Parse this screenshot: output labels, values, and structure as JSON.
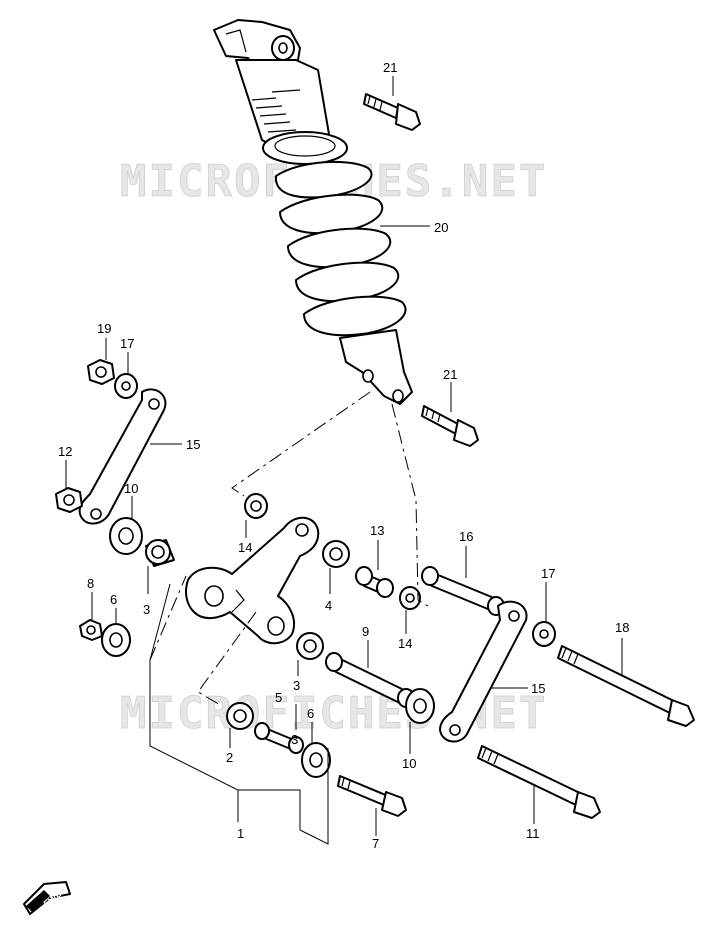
{
  "watermarks": [
    "MICROFICHES.NET",
    "MICROFICHES.NET"
  ],
  "fwd_label": "FWD",
  "callouts": {
    "c1": "1",
    "c2": "2",
    "c3a": "3",
    "c3b": "3",
    "c3c": "3",
    "c4": "4",
    "c5": "5",
    "c6a": "6",
    "c6b": "6",
    "c7": "7",
    "c8": "8",
    "c9": "9",
    "c10a": "10",
    "c10b": "10",
    "c11": "11",
    "c12": "12",
    "c13": "13",
    "c14a": "14",
    "c14b": "14",
    "c15a": "15",
    "c15b": "15",
    "c16": "16",
    "c17a": "17",
    "c17b": "17",
    "c18": "18",
    "c19": "19",
    "c20": "20",
    "c21a": "21",
    "c21b": "21"
  }
}
